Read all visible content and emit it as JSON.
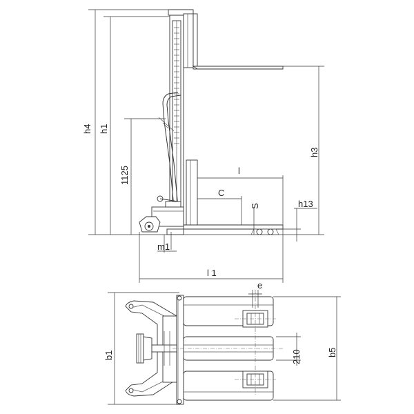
{
  "labels": {
    "h4": "h4",
    "h1": "h1",
    "l1125": "1125",
    "h3": "h3",
    "l": "l",
    "c": "C",
    "s": "S",
    "h13": "h13",
    "m1": "m1",
    "l1": "l 1",
    "e": "e",
    "b1": "b1",
    "l210": "210",
    "b5": "b5"
  },
  "colors": {
    "line": "#333333",
    "background": "#ffffff"
  }
}
